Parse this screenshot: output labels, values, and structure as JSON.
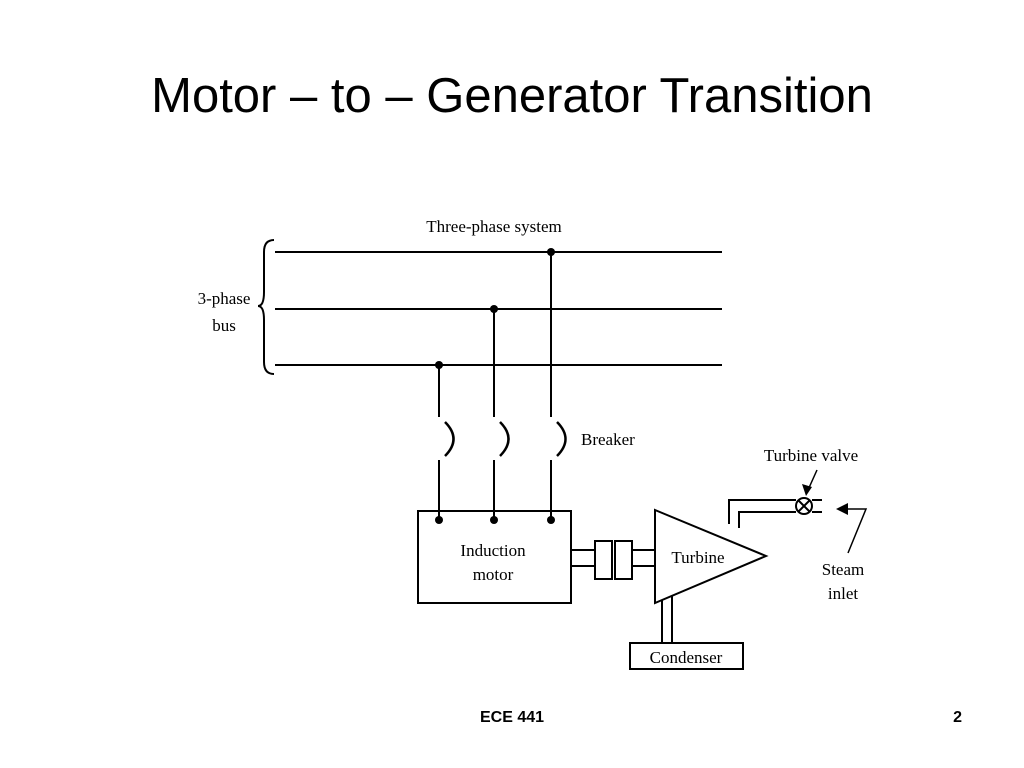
{
  "slide": {
    "title": "Motor – to – Generator Transition"
  },
  "diagram": {
    "system_label": "Three-phase system",
    "bus_label_line1": "3-phase",
    "bus_label_line2": "bus",
    "breaker_label": "Breaker",
    "turbine_valve_label": "Turbine valve",
    "motor_label_line1": "Induction",
    "motor_label_line2": "motor",
    "turbine_label": "Turbine",
    "steam_label_line1": "Steam",
    "steam_label_line2": "inlet",
    "condenser_label": "Condenser"
  },
  "footer": {
    "course": "ECE 441",
    "page_number": "2"
  }
}
